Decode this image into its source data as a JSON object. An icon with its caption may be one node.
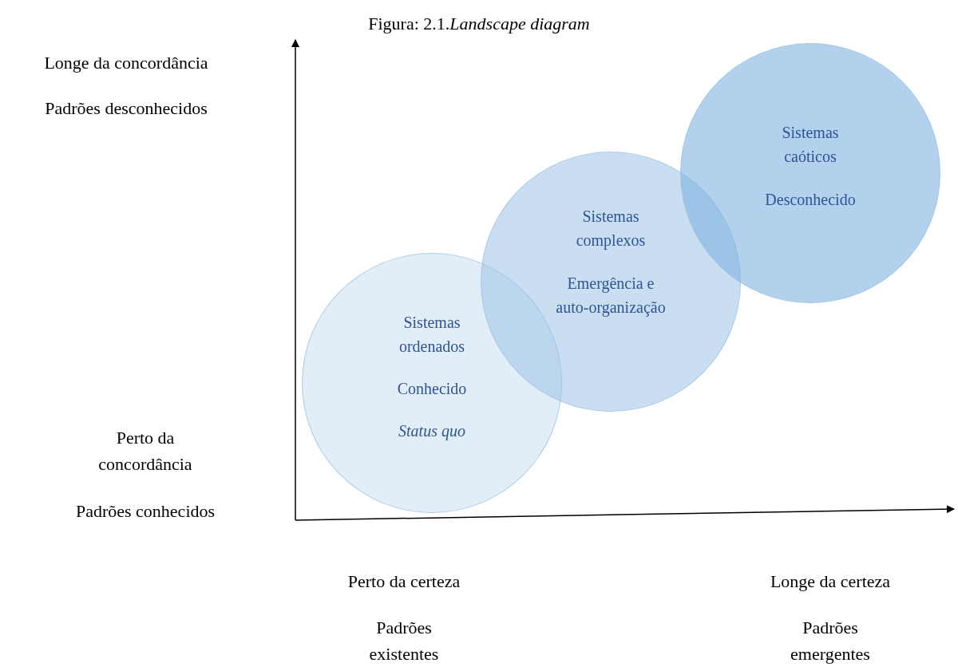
{
  "diagram": {
    "title": "Figura: 2.1.*Landscape diagram*",
    "nodes": [
      {
        "text": [
          "Sistemas ordenados",
          "Conhecido",
          "Status quo"
        ]
      },
      {
        "text": [
          "Sistemas complexos",
          "Emergência e auto-organização"
        ]
      },
      {
        "text": [
          "Sistemas caóticos",
          "Desconhecido"
        ]
      }
    ],
    "labels": [
      "Longe da concordância",
      "Padrões desconhecidos",
      "Perto da concordância",
      "Padrões conhecidos",
      "Perto da certeza",
      "Padrões existentes",
      "Longe da certeza",
      "Padrões emergentes"
    ]
  }
}
